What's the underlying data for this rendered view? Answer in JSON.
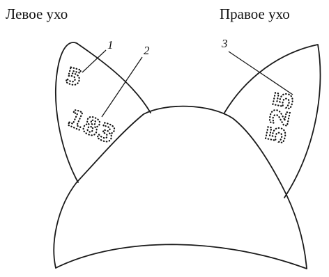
{
  "labels": {
    "left_ear": "Левое ухо",
    "right_ear": "Правое ухо"
  },
  "callouts": {
    "one": "1",
    "two": "2",
    "three": "3"
  },
  "tattoos": {
    "left_upper": "5",
    "left_lower": "183",
    "right": "525"
  }
}
